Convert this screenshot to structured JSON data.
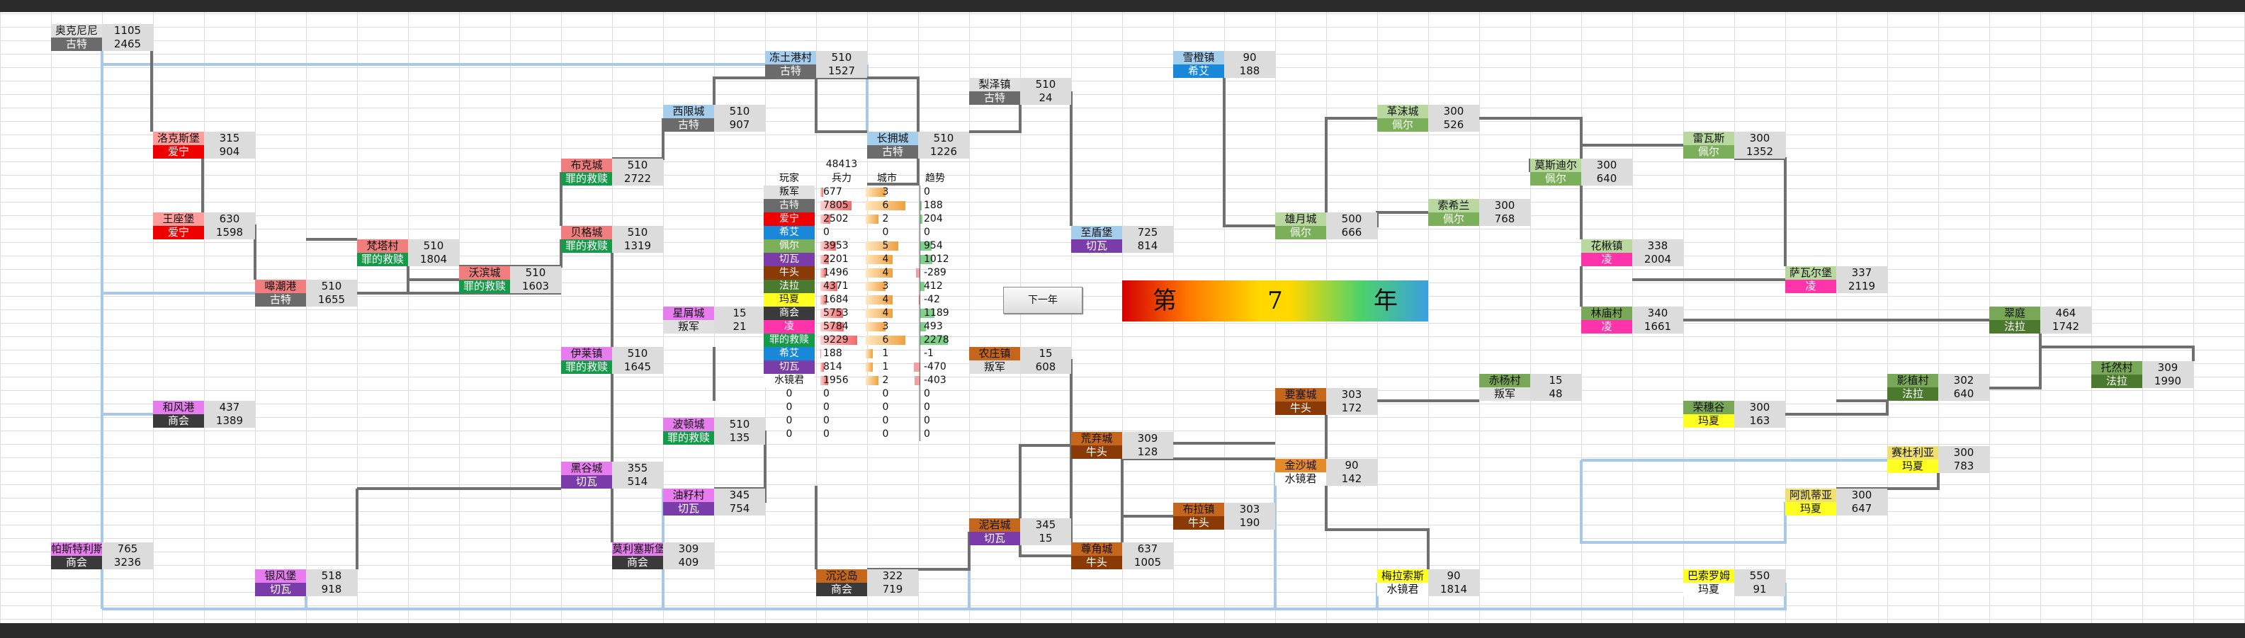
{
  "factions": {
    "gute": {
      "name": "古特",
      "bg": "#6b6b6b",
      "fg": "#ffffff",
      "light": "#e0e0e0"
    },
    "aixing": {
      "name": "爱宁",
      "bg": "#ee0000",
      "fg": "#ffffff",
      "light": "#ff9d9d"
    },
    "xiai": {
      "name": "希艾",
      "bg": "#1a88d8",
      "fg": "#ffffff",
      "light": "#a5cdec"
    },
    "peier": {
      "name": "佩尔",
      "bg": "#7caf5a",
      "fg": "#ffffff",
      "light": "#b8d8a0"
    },
    "qiefei": {
      "name": "切瓦",
      "bg": "#7a3ca8",
      "fg": "#ffffff",
      "light": "#e77cef"
    },
    "niutou": {
      "name": "牛头",
      "bg": "#8a3a06",
      "fg": "#ffffff",
      "light": "#c4661c"
    },
    "fala": {
      "name": "法拉",
      "bg": "#4b7a2f",
      "fg": "#ffffff",
      "light": "#78a857"
    },
    "maxia": {
      "name": "玛夏",
      "bg": "#ffff22",
      "fg": "#111111",
      "light": "#f0e070"
    },
    "shanghui": {
      "name": "商会",
      "bg": "#3a3a3a",
      "fg": "#ffffff",
      "light": "#e8a6e8"
    },
    "ling": {
      "name": "凌",
      "bg": "#ff33aa",
      "fg": "#ffffff",
      "light": "#ffe066"
    },
    "juezi": {
      "name": "罪的救赎",
      "bg": "#159a4a",
      "fg": "#ffffff",
      "light": "#f07e7e"
    },
    "pantai": {
      "name": "叛军",
      "bg": "#e0e0e0",
      "fg": "#111111",
      "light": "#d0e3f5"
    },
    "shuixian": {
      "name": "水镜君",
      "bg": "#ffffff",
      "fg": "#111111",
      "light": "#e38a2a"
    }
  },
  "towns": [
    {
      "id": "t1",
      "name": "奥克尼尼",
      "faction_label": "古特",
      "troops": "1105",
      "cities": "2465",
      "nameBg": "#e0e0e0",
      "facBg": "#6b6b6b",
      "facFg": "#fff"
    },
    {
      "id": "t2",
      "name": "冻土港村",
      "faction_label": "古特",
      "troops": "510",
      "cities": "1527",
      "nameBg": "#a5cdec",
      "facBg": "#6b6b6b",
      "facFg": "#fff"
    },
    {
      "id": "t3",
      "name": "梨泽镇",
      "faction_label": "古特",
      "troops": "510",
      "cities": "24",
      "nameBg": "#e0e0e0",
      "facBg": "#6b6b6b",
      "facFg": "#fff"
    },
    {
      "id": "t4",
      "name": "雪橙镇",
      "faction_label": "希艾",
      "troops": "90",
      "cities": "188",
      "nameBg": "#a5cdec",
      "facBg": "#1a88d8",
      "facFg": "#fff"
    },
    {
      "id": "t5",
      "name": "西限城",
      "faction_label": "古特",
      "troops": "510",
      "cities": "907",
      "nameBg": "#a5cdec",
      "facBg": "#6b6b6b",
      "facFg": "#fff"
    },
    {
      "id": "t6",
      "name": "长拥城",
      "faction_label": "古特",
      "troops": "510",
      "cities": "1226",
      "nameBg": "#a5cdec",
      "facBg": "#6b6b6b",
      "facFg": "#fff"
    },
    {
      "id": "t7",
      "name": "洛克斯堡",
      "faction_label": "爱宁",
      "troops": "315",
      "cities": "904",
      "nameBg": "#ff9d9d",
      "facBg": "#ee0000",
      "facFg": "#fff"
    },
    {
      "id": "t8",
      "name": "布克城",
      "faction_label": "罪的救赎",
      "troops": "510",
      "cities": "2722",
      "nameBg": "#f07e7e",
      "facBg": "#159a4a",
      "facFg": "#fff"
    },
    {
      "id": "t9",
      "name": "王座堡",
      "faction_label": "爱宁",
      "troops": "630",
      "cities": "1598",
      "nameBg": "#ff9d9d",
      "facBg": "#ee0000",
      "facFg": "#fff"
    },
    {
      "id": "t10",
      "name": "贝格城",
      "faction_label": "罪的救赎",
      "troops": "510",
      "cities": "1319",
      "nameBg": "#f07e7e",
      "facBg": "#159a4a",
      "facFg": "#fff"
    },
    {
      "id": "t11",
      "name": "梵塔村",
      "faction_label": "罪的救赎",
      "troops": "510",
      "cities": "1804",
      "nameBg": "#f07e7e",
      "facBg": "#159a4a",
      "facFg": "#fff"
    },
    {
      "id": "t12",
      "name": "沃滨城",
      "faction_label": "罪的救赎",
      "troops": "510",
      "cities": "1603",
      "nameBg": "#f07e7e",
      "facBg": "#159a4a",
      "facFg": "#fff"
    },
    {
      "id": "t13",
      "name": "嗥潮港",
      "faction_label": "古特",
      "troops": "510",
      "cities": "1655",
      "nameBg": "#f07e7e",
      "facBg": "#6b6b6b",
      "facFg": "#fff"
    },
    {
      "id": "t14",
      "name": "星屑城",
      "faction_label": "叛军",
      "troops": "15",
      "cities": "21",
      "nameBg": "#e77cef",
      "facBg": "#e0e0e0",
      "facFg": "#111"
    },
    {
      "id": "t15",
      "name": "伊莱镇",
      "faction_label": "罪的救赎",
      "troops": "510",
      "cities": "1645",
      "nameBg": "#e77cef",
      "facBg": "#159a4a",
      "facFg": "#fff"
    },
    {
      "id": "t16",
      "name": "和风港",
      "faction_label": "商会",
      "troops": "437",
      "cities": "1389",
      "nameBg": "#e77cef",
      "facBg": "#3a3a3a",
      "facFg": "#fff"
    },
    {
      "id": "t17",
      "name": "波顿城",
      "faction_label": "罪的救赎",
      "troops": "510",
      "cities": "135",
      "nameBg": "#e77cef",
      "facBg": "#159a4a",
      "facFg": "#fff"
    },
    {
      "id": "t18",
      "name": "黑谷城",
      "faction_label": "切瓦",
      "troops": "355",
      "cities": "514",
      "nameBg": "#e77cef",
      "facBg": "#7a3ca8",
      "facFg": "#fff"
    },
    {
      "id": "t19",
      "name": "油籽村",
      "faction_label": "切瓦",
      "troops": "345",
      "cities": "754",
      "nameBg": "#e77cef",
      "facBg": "#7a3ca8",
      "facFg": "#fff"
    },
    {
      "id": "t20",
      "name": "帕斯特利斯",
      "faction_label": "商会",
      "troops": "765",
      "cities": "3236",
      "nameBg": "#e77cef",
      "facBg": "#3a3a3a",
      "facFg": "#fff"
    },
    {
      "id": "t21",
      "name": "银风堡",
      "faction_label": "切瓦",
      "troops": "518",
      "cities": "918",
      "nameBg": "#e77cef",
      "facBg": "#7a3ca8",
      "facFg": "#fff"
    },
    {
      "id": "t22",
      "name": "莫利塞斯堡",
      "faction_label": "商会",
      "troops": "309",
      "cities": "409",
      "nameBg": "#e77cef",
      "facBg": "#3a3a3a",
      "facFg": "#fff"
    },
    {
      "id": "t23",
      "name": "沉沦岛",
      "faction_label": "商会",
      "troops": "322",
      "cities": "719",
      "nameBg": "#c4661c",
      "facBg": "#3a3a3a",
      "facFg": "#fff"
    },
    {
      "id": "t24",
      "name": "农庄镇",
      "faction_label": "叛军",
      "troops": "15",
      "cities": "608",
      "nameBg": "#c4661c",
      "facBg": "#e0e0e0",
      "facFg": "#111"
    },
    {
      "id": "t25",
      "name": "泥岩城",
      "faction_label": "切瓦",
      "troops": "345",
      "cities": "15",
      "nameBg": "#c4661c",
      "facBg": "#7a3ca8",
      "facFg": "#fff"
    },
    {
      "id": "t26",
      "name": "荒弃城",
      "faction_label": "牛头",
      "troops": "309",
      "cities": "128",
      "nameBg": "#c4661c",
      "facBg": "#8a3a06",
      "facFg": "#fff"
    },
    {
      "id": "t27",
      "name": "尊角城",
      "faction_label": "牛头",
      "troops": "637",
      "cities": "1005",
      "nameBg": "#c4661c",
      "facBg": "#8a3a06",
      "facFg": "#fff"
    },
    {
      "id": "t28",
      "name": "布拉镇",
      "faction_label": "牛头",
      "troops": "303",
      "cities": "190",
      "nameBg": "#c4661c",
      "facBg": "#8a3a06",
      "facFg": "#fff"
    },
    {
      "id": "t29",
      "name": "至盾堡",
      "faction_label": "切瓦",
      "troops": "725",
      "cities": "814",
      "nameBg": "#a5cdec",
      "facBg": "#7a3ca8",
      "facFg": "#fff"
    },
    {
      "id": "t30",
      "name": "雄月城",
      "faction_label": "佩尔",
      "troops": "500",
      "cities": "666",
      "nameBg": "#b8d8a0",
      "facBg": "#7caf5a",
      "facFg": "#fff"
    },
    {
      "id": "t31",
      "name": "革沫城",
      "faction_label": "佩尔",
      "troops": "300",
      "cities": "526",
      "nameBg": "#b8d8a0",
      "facBg": "#7caf5a",
      "facFg": "#fff"
    },
    {
      "id": "t32",
      "name": "索希兰",
      "faction_label": "佩尔",
      "troops": "300",
      "cities": "768",
      "nameBg": "#b8d8a0",
      "facBg": "#7caf5a",
      "facFg": "#fff"
    },
    {
      "id": "t33",
      "name": "莫斯迪尔",
      "faction_label": "佩尔",
      "troops": "300",
      "cities": "640",
      "nameBg": "#b8d8a0",
      "facBg": "#7caf5a",
      "facFg": "#fff"
    },
    {
      "id": "t34",
      "name": "雷瓦斯",
      "faction_label": "佩尔",
      "troops": "300",
      "cities": "1352",
      "nameBg": "#b8d8a0",
      "facBg": "#7caf5a",
      "facFg": "#fff"
    },
    {
      "id": "t35",
      "name": "花楸镇",
      "faction_label": "凌",
      "troops": "338",
      "cities": "2004",
      "nameBg": "#b8d8a0",
      "facBg": "#ff33aa",
      "facFg": "#fff"
    },
    {
      "id": "t36",
      "name": "萨瓦尔堡",
      "faction_label": "凌",
      "troops": "337",
      "cities": "2119",
      "nameBg": "#b8d8a0",
      "facBg": "#ff33aa",
      "facFg": "#fff"
    },
    {
      "id": "t37",
      "name": "林庙村",
      "faction_label": "凌",
      "troops": "340",
      "cities": "1661",
      "nameBg": "#78a857",
      "facBg": "#ff33aa",
      "facFg": "#fff"
    },
    {
      "id": "t38",
      "name": "翠庭",
      "faction_label": "法拉",
      "troops": "464",
      "cities": "1742",
      "nameBg": "#78a857",
      "facBg": "#4b7a2f",
      "facFg": "#fff"
    },
    {
      "id": "t39",
      "name": "托然村",
      "faction_label": "法拉",
      "troops": "309",
      "cities": "1990",
      "nameBg": "#78a857",
      "facBg": "#4b7a2f",
      "facFg": "#fff"
    },
    {
      "id": "t40",
      "name": "赤杨村",
      "faction_label": "叛军",
      "troops": "15",
      "cities": "48",
      "nameBg": "#78a857",
      "facBg": "#e0e0e0",
      "facFg": "#111"
    },
    {
      "id": "t41",
      "name": "影植村",
      "faction_label": "法拉",
      "troops": "302",
      "cities": "640",
      "nameBg": "#78a857",
      "facBg": "#4b7a2f",
      "facFg": "#fff"
    },
    {
      "id": "t42",
      "name": "要塞城",
      "faction_label": "牛头",
      "troops": "303",
      "cities": "172",
      "nameBg": "#c4661c",
      "facBg": "#8a3a06",
      "facFg": "#fff"
    },
    {
      "id": "t43",
      "name": "金沙城",
      "faction_label": "水镜君",
      "troops": "90",
      "cities": "142",
      "nameBg": "#e38a2a",
      "facBg": "#ffffff",
      "facFg": "#111"
    },
    {
      "id": "t44",
      "name": "荣穗谷",
      "faction_label": "玛夏",
      "troops": "300",
      "cities": "163",
      "nameBg": "#78a857",
      "facBg": "#ffff22",
      "facFg": "#111"
    },
    {
      "id": "t45",
      "name": "赛杜利亚",
      "faction_label": "玛夏",
      "troops": "300",
      "cities": "783",
      "nameBg": "#f0e070",
      "facBg": "#ffff22",
      "facFg": "#111"
    },
    {
      "id": "t46",
      "name": "阿凯蒂亚",
      "faction_label": "玛夏",
      "troops": "300",
      "cities": "647",
      "nameBg": "#f0e070",
      "facBg": "#ffff22",
      "facFg": "#111"
    },
    {
      "id": "t47",
      "name": "梅拉索斯",
      "faction_label": "水镜君",
      "troops": "90",
      "cities": "1814",
      "nameBg": "#ffff22",
      "facBg": "#ffffff",
      "facFg": "#111"
    },
    {
      "id": "t48",
      "name": "巴索罗姆",
      "faction_label": "玛夏",
      "troops": "550",
      "cities": "91",
      "nameBg": "#ffff22",
      "facBg": "#ffffff",
      "facFg": "#111"
    }
  ],
  "panel": {
    "total": "48413",
    "headers": {
      "player": "玩家",
      "troops": "兵力",
      "cities": "城市",
      "trend": "趋势"
    },
    "rows": [
      {
        "name": "叛军",
        "troops": "677",
        "cities": "3",
        "trend": "0",
        "tf": 0.07,
        "cf": 0.5,
        "tr": 0,
        "nameBg": "#e0e0e0",
        "nameFg": "#111"
      },
      {
        "name": "古特",
        "troops": "7805",
        "cities": "6",
        "trend": "188",
        "tf": 0.85,
        "cf": 1.0,
        "tr": 0.08,
        "nameBg": "#6b6b6b",
        "nameFg": "#fff"
      },
      {
        "name": "爱宁",
        "troops": "2502",
        "cities": "2",
        "trend": "204",
        "tf": 0.27,
        "cf": 0.33,
        "tr": 0.09,
        "nameBg": "#ee0000",
        "nameFg": "#fff"
      },
      {
        "name": "希艾",
        "troops": "0",
        "cities": "0",
        "trend": "0",
        "tf": 0,
        "cf": 0,
        "tr": 0,
        "nameBg": "#1a88d8",
        "nameFg": "#fff"
      },
      {
        "name": "佩尔",
        "troops": "3953",
        "cities": "5",
        "trend": "954",
        "tf": 0.43,
        "cf": 0.83,
        "tr": 0.42,
        "nameBg": "#7caf5a",
        "nameFg": "#fff"
      },
      {
        "name": "切瓦",
        "troops": "2201",
        "cities": "4",
        "trend": "1012",
        "tf": 0.24,
        "cf": 0.67,
        "tr": 0.44,
        "nameBg": "#7a3ca8",
        "nameFg": "#fff"
      },
      {
        "name": "牛头",
        "troops": "1496",
        "cities": "4",
        "trend": "-289",
        "tf": 0.16,
        "cf": 0.67,
        "tr": -0.13,
        "nameBg": "#8a3a06",
        "nameFg": "#fff"
      },
      {
        "name": "法拉",
        "troops": "4371",
        "cities": "3",
        "trend": "412",
        "tf": 0.47,
        "cf": 0.5,
        "tr": 0.18,
        "nameBg": "#4b7a2f",
        "nameFg": "#fff"
      },
      {
        "name": "玛夏",
        "troops": "1684",
        "cities": "4",
        "trend": "-42",
        "tf": 0.18,
        "cf": 0.67,
        "tr": -0.02,
        "nameBg": "#ffff22",
        "nameFg": "#111"
      },
      {
        "name": "商会",
        "troops": "5753",
        "cities": "4",
        "trend": "1189",
        "tf": 0.62,
        "cf": 0.67,
        "tr": 0.52,
        "nameBg": "#3a3a3a",
        "nameFg": "#fff"
      },
      {
        "name": "凌",
        "troops": "5784",
        "cities": "3",
        "trend": "493",
        "tf": 0.63,
        "cf": 0.5,
        "tr": 0.22,
        "nameBg": "#ff33aa",
        "nameFg": "#fff"
      },
      {
        "name": "罪的救赎",
        "troops": "9229",
        "cities": "6",
        "trend": "2278",
        "tf": 1.0,
        "cf": 1.0,
        "tr": 1.0,
        "nameBg": "#159a4a",
        "nameFg": "#fff"
      },
      {
        "name": "希艾",
        "troops": "188",
        "cities": "1",
        "trend": "-1",
        "tf": 0.02,
        "cf": 0.17,
        "tr": 0,
        "nameBg": "#1a88d8",
        "nameFg": "#fff"
      },
      {
        "name": "切瓦",
        "troops": "814",
        "cities": "1",
        "trend": "-470",
        "tf": 0.09,
        "cf": 0.17,
        "tr": -0.21,
        "nameBg": "#7a3ca8",
        "nameFg": "#fff"
      },
      {
        "name": "水镜君",
        "troops": "1956",
        "cities": "2",
        "trend": "-403",
        "tf": 0.21,
        "cf": 0.33,
        "tr": -0.18,
        "nameBg": "#ffffff",
        "nameFg": "#111"
      },
      {
        "name": "0",
        "troops": "0",
        "cities": "0",
        "trend": "0",
        "tf": 0,
        "cf": 0,
        "tr": 0,
        "nameBg": "transparent",
        "nameFg": "#111"
      },
      {
        "name": "0",
        "troops": "0",
        "cities": "0",
        "trend": "0",
        "tf": 0,
        "cf": 0,
        "tr": 0,
        "nameBg": "transparent",
        "nameFg": "#111"
      },
      {
        "name": "0",
        "troops": "0",
        "cities": "0",
        "trend": "0",
        "tf": 0,
        "cf": 0,
        "tr": 0,
        "nameBg": "transparent",
        "nameFg": "#111"
      },
      {
        "name": "0",
        "troops": "0",
        "cities": "0",
        "trend": "0",
        "tf": 0,
        "cf": 0,
        "tr": 0,
        "nameBg": "transparent",
        "nameFg": "#111"
      }
    ]
  },
  "next_turn_label": "下一年",
  "year": {
    "prefix": "第",
    "number": "7",
    "suffix": "年"
  }
}
